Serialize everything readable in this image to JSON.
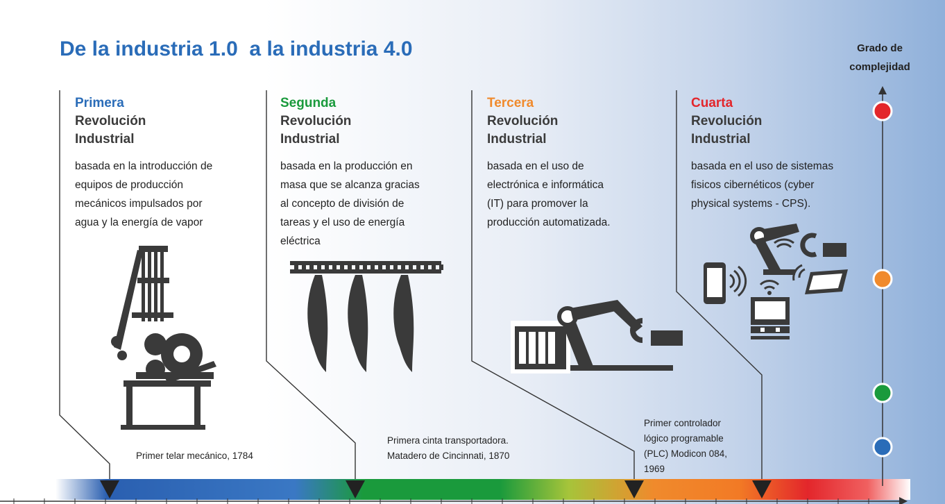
{
  "title": "De la industria 1.0  a la industria 4.0",
  "axis_label": [
    "Grado de",
    "complejidad"
  ],
  "revolutions": [
    {
      "ordinal": "Primera",
      "name": [
        "Revolución",
        "Industrial"
      ],
      "description": [
        "basada en la introducción de",
        "equipos de producción",
        "mecánicos impulsados por",
        "agua y la energía de vapor"
      ],
      "milestone": [
        "Primer telar mecánico, 1784"
      ],
      "color": "#2a6cb8",
      "icon": "mechanical-loom-icon"
    },
    {
      "ordinal": "Segunda",
      "name": [
        "Revolución",
        "Industrial"
      ],
      "description": [
        "basada en la producción en",
        "masa que se alcanza gracias",
        "al concepto de  división de",
        "tareas y el uso de energía",
        "eléctrica"
      ],
      "milestone": [
        "Primera cinta transportadora.",
        "Matadero de Cincinnati, 1870"
      ],
      "color": "#1a9a3c",
      "icon": "conveyor-belt-icon"
    },
    {
      "ordinal": "Tercera",
      "name": [
        "Revolución",
        "Industrial"
      ],
      "description": [
        "basada en el uso de",
        "electrónica e informática",
        "(IT) para promover la",
        "producción automatizada."
      ],
      "milestone": [
        "Primer controlador",
        "lógico programable",
        "(PLC) Modicon 084,",
        "1969"
      ],
      "color": "#f08a2c",
      "icon": "industrial-robot-arm-icon"
    },
    {
      "ordinal": "Cuarta",
      "name": [
        "Revolución",
        "Industrial"
      ],
      "description": [
        "basada en el uso de sistemas",
        "fisicos cibernéticos (cyber",
        "physical systems - CPS)."
      ],
      "milestone": [],
      "color": "#e3262b",
      "icon": "cyber-physical-systems-icon"
    }
  ],
  "complexity_markers": [
    {
      "level": "Cuarta",
      "color": "#e3262b"
    },
    {
      "level": "Tercera",
      "color": "#f08a2c"
    },
    {
      "level": "Segunda",
      "color": "#1a9a3c"
    },
    {
      "level": "Primera",
      "color": "#2a6cb8"
    }
  ]
}
